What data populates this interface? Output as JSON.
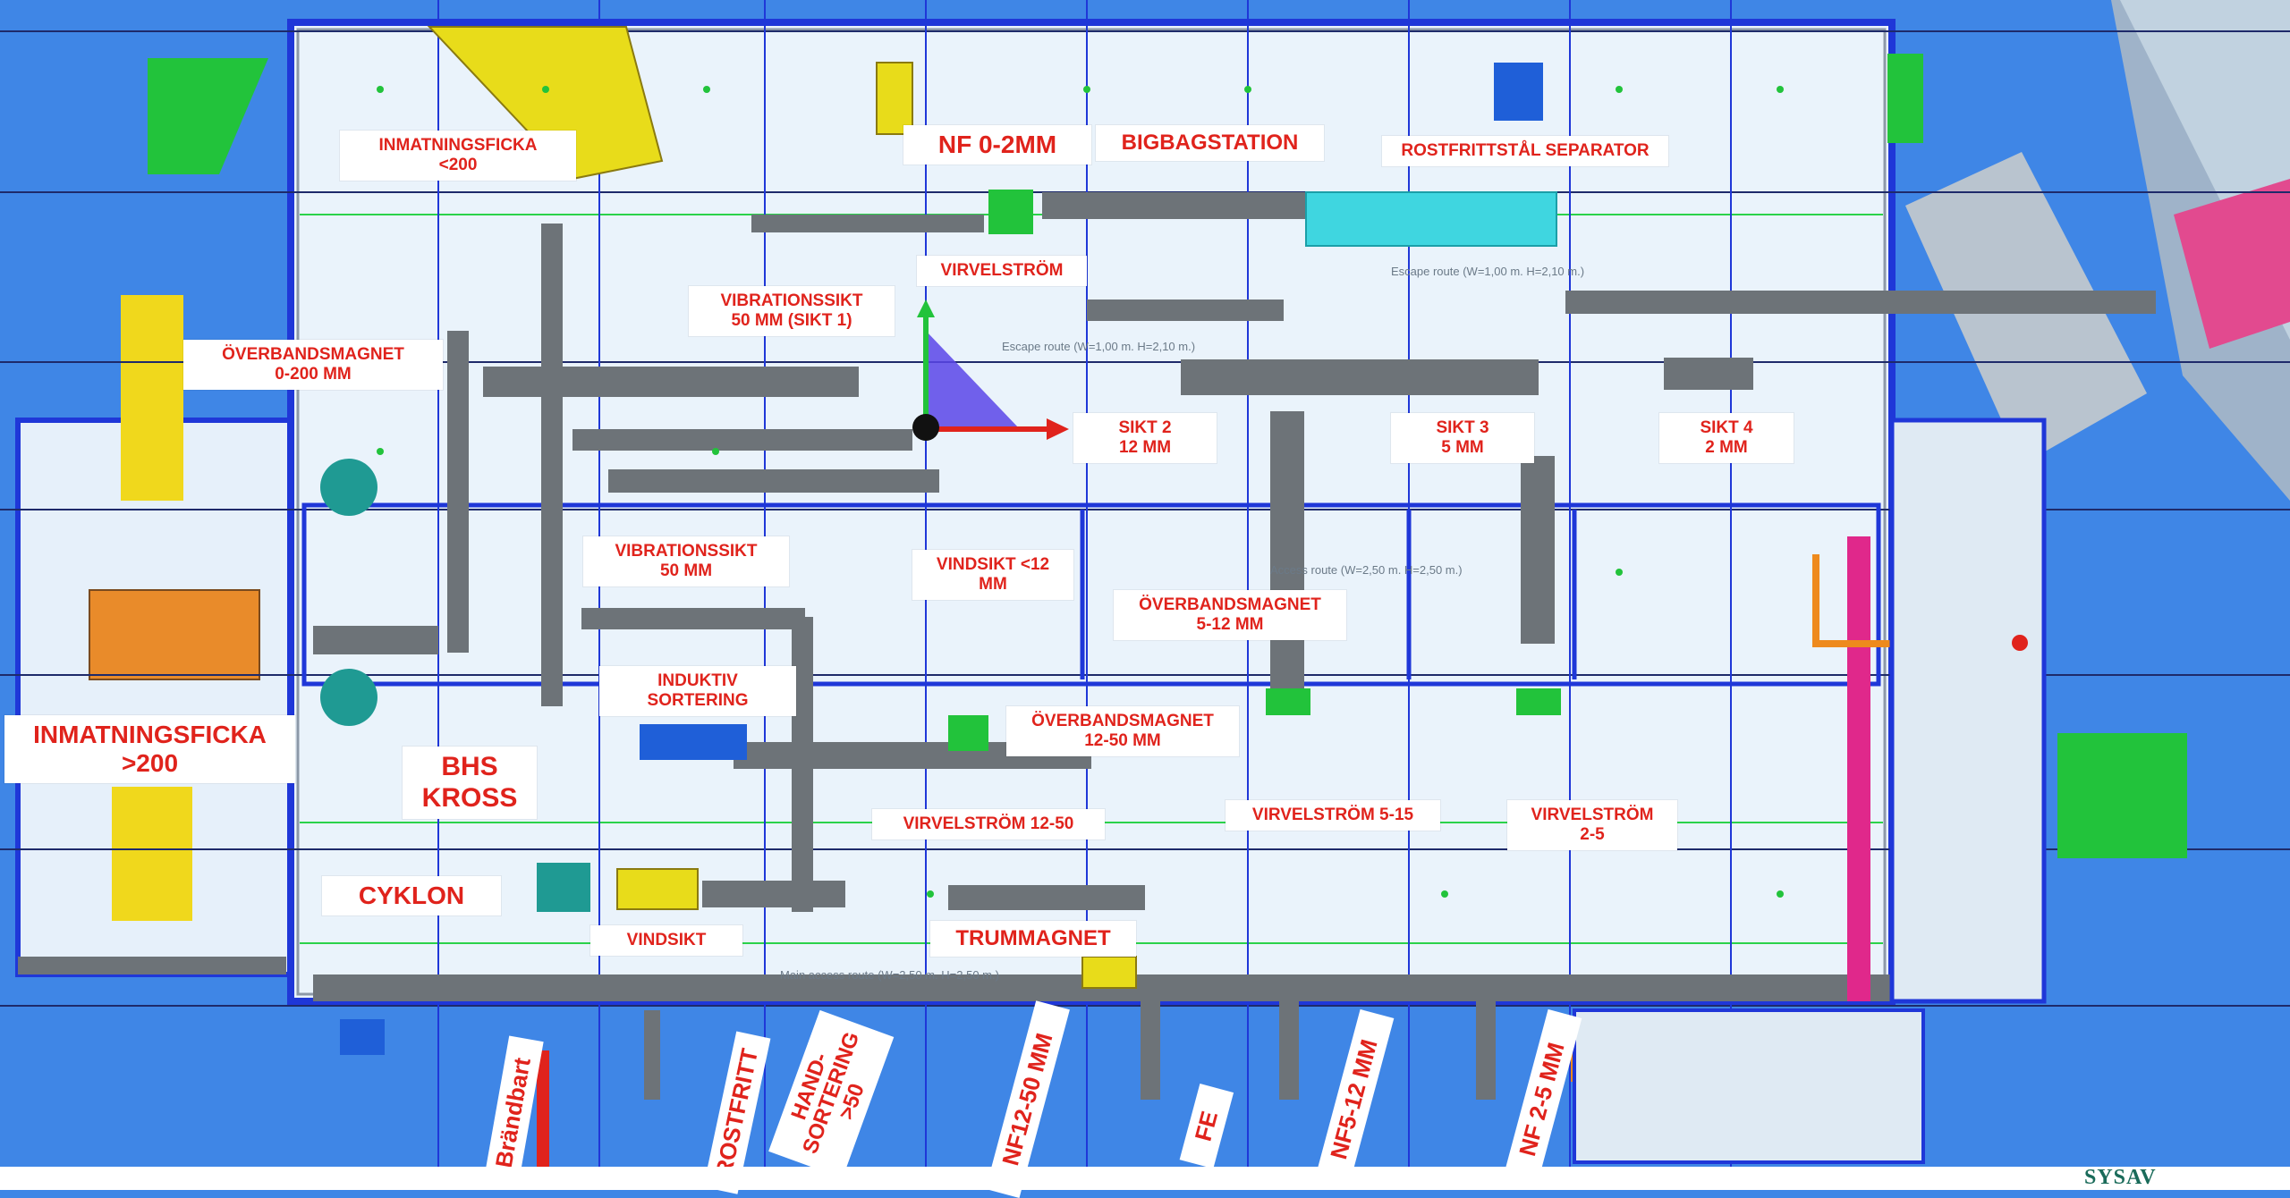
{
  "labels": {
    "inmatningsficka_small": "INMATNINGSFICKA\n<200",
    "nf_0_2": "NF 0-2MM",
    "bigbag": "BIGBAGSTATION",
    "rostfritt_sep": "ROSTFRITTSTÅL SEPARATOR",
    "virvelstrom": "VIRVELSTRÖM",
    "vibrationssikt_50_sikt1": "VIBRATIONSSIKT\n50 MM (SIKT 1)",
    "overbandsmagnet_0_200": "ÖVERBANDSMAGNET\n0-200 MM",
    "sikt2": "SIKT 2\n12 MM",
    "sikt3": "SIKT 3\n5 MM",
    "sikt4": "SIKT 4\n2 MM",
    "vibrationssikt_50": "VIBRATIONSSIKT\n50 MM",
    "vindsikt_12": "VINDSIKT <12\nMM",
    "overbandsmagnet_5_12": "ÖVERBANDSMAGNET\n5-12 MM",
    "induktiv": "INDUKTIV\nSORTERING",
    "overbandsmagnet_12_50": "ÖVERBANDSMAGNET\n12-50 MM",
    "inmatningsficka_large": "INMATNINGSFICKA\n>200",
    "bhs_kross": "BHS\nKROSS",
    "virvelstrom_12_50": "VIRVELSTRÖM 12-50",
    "virvelstrom_5_15": "VIRVELSTRÖM 5-15",
    "virvelstrom_2_5": "VIRVELSTRÖM\n2-5",
    "cyklon": "CYKLON",
    "vindsikt": "VINDSIKT",
    "trummagnet": "TRUMMAGNET"
  },
  "outputs": {
    "brandbart": "Brändbart",
    "rostfritt": "ROSTFRITT",
    "handsortering": "HAND-\nSORTERING\n>50",
    "nf12_50": "NF12-50 MM",
    "fe": "FE",
    "nf5_12": "NF5-12 MM",
    "nf2_5": "NF 2-5 MM"
  },
  "annotations": {
    "escape_top": "Escape route (W=1,00 m. H=2,10 m.)",
    "escape_mid": "Escape route (W=1,00 m. H=2,10 m.)",
    "access_mid": "Access route (W=2,50 m. H=2,50 m.)",
    "access_bottom": "Main access route (W=2,50 m. H=2,50 m.)"
  },
  "logo": "SYSAV",
  "colors": {
    "background": "#3f86e6",
    "floor": "#eaf3fb",
    "conveyor": "#6d7378",
    "frame_blue": "#1f37d8",
    "label_text": "#e0231c",
    "teal_unit": "#1f9a93",
    "green_unit": "#22c33b",
    "cyan_unit": "#3fd6e0",
    "magenta_unit": "#e0288b",
    "yellow_unit": "#e8dc1a",
    "orange_pipe": "#ee8a1d"
  }
}
